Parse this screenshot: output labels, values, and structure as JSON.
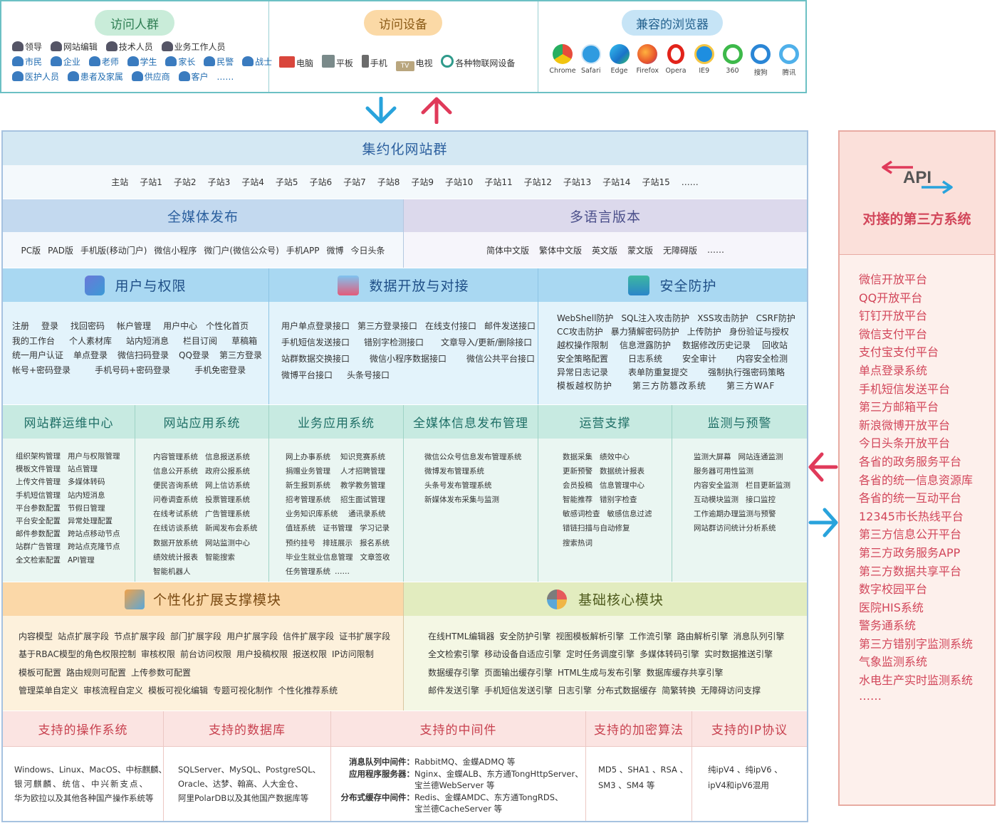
{
  "visitors": {
    "title": "访问人群",
    "rows": [
      [
        "领导",
        "网站编辑",
        "技术人员",
        "业务工作人员"
      ],
      [
        "市民",
        "企业",
        "老师",
        "学生",
        "家长",
        "民警",
        "战士"
      ],
      [
        "医护人员",
        "患者及家属",
        "供应商",
        "客户",
        "……"
      ]
    ]
  },
  "devices": {
    "title": "访问设备",
    "items": [
      "电脑",
      "平板",
      "手机",
      "电视",
      "各种物联网设备"
    ],
    "tv_badge": "TV"
  },
  "browsers": {
    "title": "兼容的浏览器",
    "items": [
      "Chrome",
      "Safari",
      "Edge",
      "Firefox",
      "Opera",
      "IE9",
      "360",
      "搜狗",
      "腾讯"
    ]
  },
  "site_group": {
    "title": "集约化网站群",
    "sites": [
      "主站",
      "子站1",
      "子站2",
      "子站3",
      "子站4",
      "子站5",
      "子站6",
      "子站7",
      "子站8",
      "子站9",
      "子站10",
      "子站11",
      "子站12",
      "子站13",
      "子站14",
      "子站15",
      "……"
    ]
  },
  "media": {
    "title": "全媒体发布",
    "items": [
      "PC版",
      "PAD版",
      "手机版(移动门户)",
      "微信小程序",
      "微门户(微信公众号)",
      "手机APP",
      "微博",
      "今日头条"
    ]
  },
  "languages": {
    "title": "多语言版本",
    "items": [
      "简体中文版",
      "繁体中文版",
      "英文版",
      "蒙文版",
      "无障碍版",
      "……"
    ]
  },
  "users": {
    "title": "用户与权限",
    "rows": [
      [
        "注册",
        "登录",
        "找回密码",
        "帐户管理",
        "用户中心",
        "个性化首页"
      ],
      [
        "我的工作台",
        "个人素材库",
        "站内短消息",
        "栏目订阅",
        "草稿箱"
      ],
      [
        "统一用户认证",
        "单点登录",
        "微信扫码登录",
        "QQ登录",
        "第三方登录"
      ],
      [
        "帐号+密码登录",
        "手机号码+密码登录",
        "手机免密登录"
      ]
    ]
  },
  "data_open": {
    "title": "数据开放与对接",
    "rows": [
      [
        "用户单点登录接口",
        "第三方登录接口",
        "在线支付接口",
        "邮件发送接口"
      ],
      [
        "手机短信发送接口",
        "错别字检测接口",
        "文章导入/更新/删除接口"
      ],
      [
        "站群数据交换接口",
        "微信小程序数据接口",
        "微信公共平台接口"
      ],
      [
        "微博平台接口",
        "头条号接口"
      ]
    ]
  },
  "security": {
    "title": "安全防护",
    "rows": [
      [
        "WebShell防护",
        "SQL注入攻击防护",
        "XSS攻击防护",
        "CSRF防护"
      ],
      [
        "CC攻击防护",
        "暴力猜解密码防护",
        "上传防护",
        "身份验证与授权"
      ],
      [
        "越权操作限制",
        "信息泄露防护",
        "数据修改历史记录",
        "回收站"
      ],
      [
        "安全策略配置",
        "日志系统",
        "安全审计",
        "内容安全检测"
      ],
      [
        "异常日志记录",
        "表单防重复提交",
        "强制执行强密码策略"
      ],
      [
        "模板越权防护",
        "第三方防篡改系统",
        "第三方WAF"
      ]
    ]
  },
  "systems": [
    {
      "title": "网站群运维中心",
      "rows": [
        [
          "组织架构管理",
          "用户与权限管理"
        ],
        [
          "模板文件管理",
          "站点管理"
        ],
        [
          "上传文件管理",
          "多媒体转码"
        ],
        [
          "手机短信管理",
          "站内短消息"
        ],
        [
          "平台参数配置",
          "节假日管理"
        ],
        [
          "平台安全配置",
          "异常处理配置"
        ],
        [
          "邮件参数配置",
          "跨站点移动节点"
        ],
        [
          "站群广告管理",
          "跨站点克隆节点"
        ],
        [
          "全文检索配置",
          "API管理"
        ]
      ]
    },
    {
      "title": "网站应用系统",
      "rows": [
        [
          "内容管理系统",
          "信息报送系统"
        ],
        [
          "信息公开系统",
          "政府公报系统"
        ],
        [
          "便民咨询系统",
          "网上信访系统"
        ],
        [
          "问卷调查系统",
          "投票管理系统"
        ],
        [
          "在线考试系统",
          "广告管理系统"
        ],
        [
          "在线访谈系统",
          "新闻发布会系统"
        ],
        [
          "数据开放系统",
          "网站监测中心"
        ],
        [
          "绩效统计报表",
          "智能搜索"
        ],
        [
          "智能机器人"
        ]
      ]
    },
    {
      "title": "业务应用系统",
      "rows": [
        [
          "网上办事系统",
          "知识竞赛系统"
        ],
        [
          "捐赠业务管理",
          "人才招聘管理"
        ],
        [
          "新生报到系统",
          "教学教务管理"
        ],
        [
          "招考管理系统",
          "招生面试管理"
        ],
        [
          "业务知识库系统",
          "通讯录系统"
        ],
        [
          "值班系统",
          "证书管理",
          "学习记录"
        ],
        [
          "预约挂号",
          "排班展示",
          "报名系统"
        ],
        [
          "毕业生就业信息管理",
          "文章签收"
        ],
        [
          "任务管理系统",
          "……"
        ]
      ]
    },
    {
      "title": "全媒体信息发布管理",
      "rows": [
        [
          "微信公众号信息发布管理系统"
        ],
        [
          "微博发布管理系统"
        ],
        [
          "头条号发布管理系统"
        ],
        [
          "新媒体发布采集与监测"
        ]
      ]
    },
    {
      "title": "运营支撑",
      "rows": [
        [
          "数据采集",
          "绩效中心"
        ],
        [
          "更新预警",
          "数据统计报表"
        ],
        [
          "会员投稿",
          "信息管理中心"
        ],
        [
          "智能推荐",
          "错别字检查"
        ],
        [
          "敏感词检查",
          "敏感信息过滤"
        ],
        [
          "错链扫描与自动修复"
        ],
        [
          "搜索热词"
        ]
      ]
    },
    {
      "title": "监测与预警",
      "rows": [
        [
          "监测大屏幕",
          "网站连通监测"
        ],
        [
          "服务器可用性监测"
        ],
        [
          "内容安全监测",
          "栏目更新监测"
        ],
        [
          "互动模块监测",
          "接口监控"
        ],
        [
          "工作逾期办理监测与预警"
        ],
        [
          "网站群访问统计分析系统"
        ]
      ]
    }
  ],
  "extension": {
    "title": "个性化扩展支撑模块",
    "rows": [
      [
        "内容模型",
        "站点扩展字段",
        "节点扩展字段",
        "部门扩展字段",
        "用户扩展字段",
        "信件扩展字段",
        "证书扩展字段"
      ],
      [
        "基于RBAC模型的角色权限控制",
        "审核权限",
        "前台访问权限",
        "用户投稿权限",
        "报送权限",
        "IP访问限制"
      ],
      [
        "模板可配置",
        "路由规则可配置",
        "上传参数可配置"
      ],
      [
        "管理菜单自定义",
        "审核流程自定义",
        "模板可视化编辑",
        "专题可视化制作",
        "个性化推荐系统"
      ]
    ]
  },
  "core": {
    "title": "基础核心模块",
    "rows": [
      [
        "在线HTML编辑器",
        "安全防护引擎",
        "视图模板解析引擎",
        "工作流引擎",
        "路由解析引擎",
        "消息队列引擎"
      ],
      [
        "全文检索引擎",
        "移动设备自适应引擎",
        "定时任务调度引擎",
        "多媒体转码引擎",
        "实时数据推送引擎"
      ],
      [
        "数据缓存引擎",
        "页面输出缓存引擎",
        "HTML生成与发布引擎",
        "数据库缓存共享引擎"
      ],
      [
        "邮件发送引擎",
        "手机短信发送引擎",
        "日志引擎",
        "分布式数据缓存",
        "简繁转换",
        "无障碍访问支撑"
      ]
    ]
  },
  "support": {
    "os": {
      "title": "支持的操作系统",
      "lines": [
        "Windows、Linux、MacOS、中标麒麟、",
        "银河麒麟、统信、中兴新支点、",
        "华为欧拉以及其他各种国产操作系统等"
      ]
    },
    "db": {
      "title": "支持的数据库",
      "lines": [
        "SQLServer、MySQL、PostgreSQL、",
        "Oracle、达梦、翰高、人大金仓、",
        "阿里PolarDB以及其他国产数据库等"
      ]
    },
    "mw": {
      "title": "支持的中间件",
      "entries": [
        {
          "label": "消息队列中间件：",
          "lines": [
            "RabbitMQ、金蝶ADMQ 等"
          ]
        },
        {
          "label": "应用程序服务器：",
          "lines": [
            "Nginx、金蝶ALB、东方通TongHttpServer、",
            "宝兰德WebServer 等"
          ]
        },
        {
          "label": "分布式缓存中间件：",
          "lines": [
            "Redis、金蝶AMDC、东方通TongRDS、",
            "宝兰德CacheServer 等"
          ]
        }
      ]
    },
    "enc": {
      "title": "支持的加密算法",
      "lines": [
        "MD5 、SHA1 、RSA 、",
        "SM3 、SM4 等"
      ]
    },
    "ip": {
      "title": "支持的IP协议",
      "lines": [
        "纯ipV4 、纯ipV6 、",
        "ipV4和ipV6混用"
      ]
    }
  },
  "third_party": {
    "api_label": "API",
    "title": "对接的第三方系统",
    "items": [
      "微信开放平台",
      "QQ开放平台",
      "钉钉开放平台",
      "微信支付平台",
      "支付宝支付平台",
      "单点登录系统",
      "手机短信发送平台",
      "第三方邮箱平台",
      "新浪微博开放平台",
      "今日头条开放平台",
      "各省的政务服务平台",
      "各省的统一信息资源库",
      "各省的统一互动平台",
      "12345市长热线平台",
      "第三方信息公开平台",
      "第三方政务服务APP",
      "第三方数据共享平台",
      "数字校园平台",
      "医院HIS系统",
      "警务通系统",
      "第三方错别字监测系统",
      "气象监测系统",
      "水电生产实时监测系统",
      "……"
    ]
  },
  "colors": {
    "teal": "#2e8b93",
    "blue_title": "#2b5f9e",
    "arrow_blue": "#29a3dc",
    "arrow_red": "#e03a5a",
    "red_text": "#d2465a"
  }
}
